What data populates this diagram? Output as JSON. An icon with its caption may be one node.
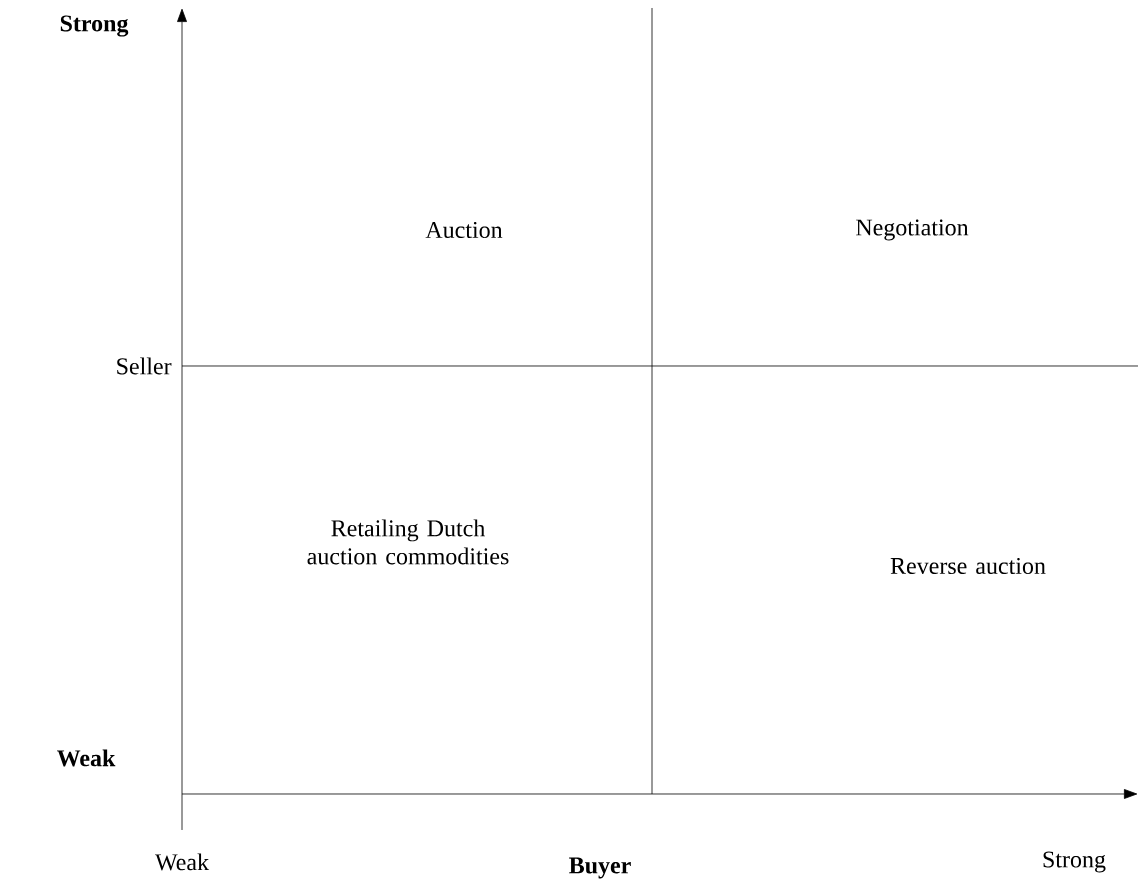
{
  "diagram": {
    "labels": [
      "Strong",
      "Auction",
      "Negotiation",
      "Seller",
      "Retailing Dutch auction commodities",
      "Reverse auction",
      "Weak",
      "Weak",
      "Strong",
      "Buyer"
    ]
  }
}
